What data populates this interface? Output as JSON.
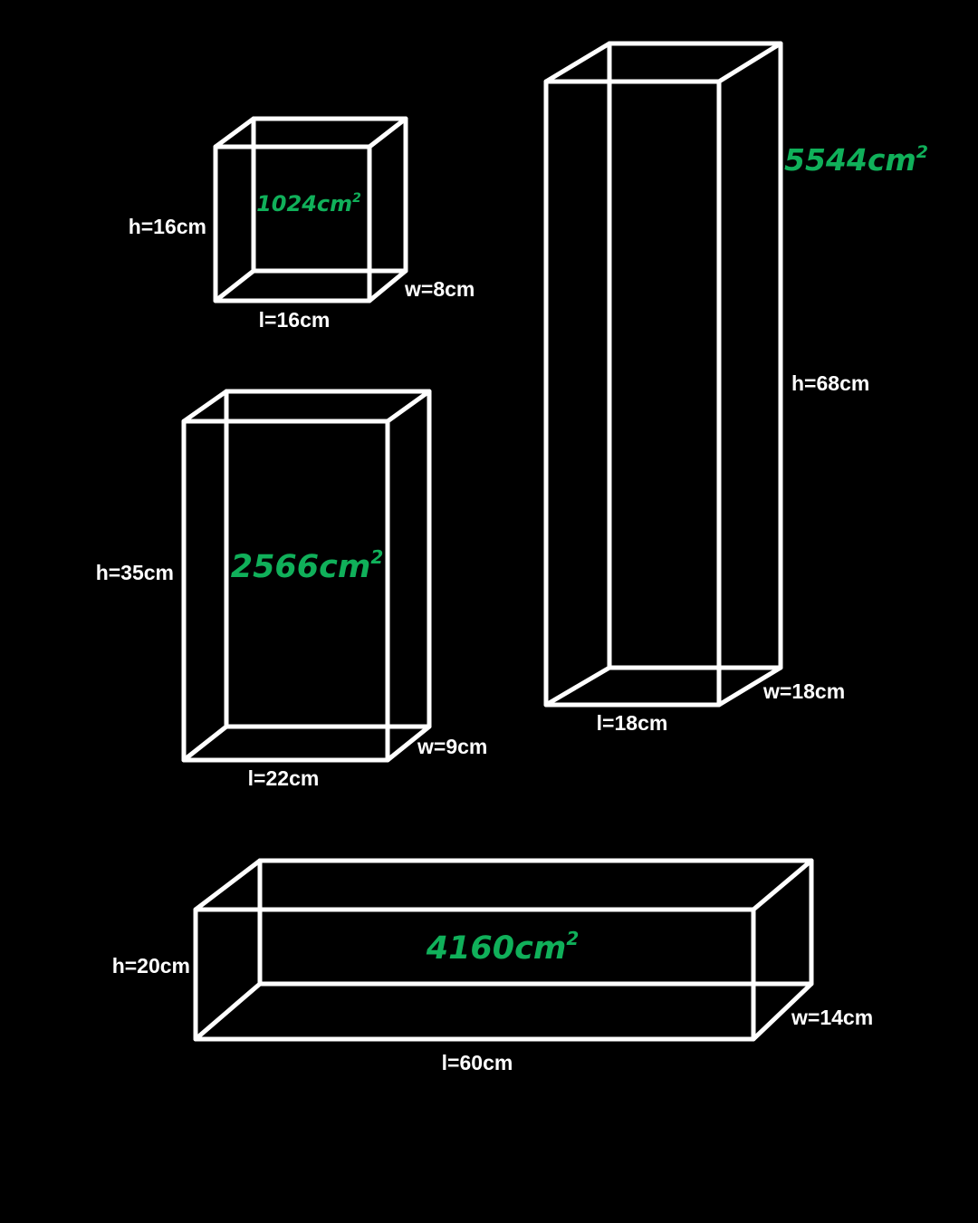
{
  "colors": {
    "background": "#000000",
    "edge": "#ffffff",
    "label": "#ffffff",
    "area": "#10b05a"
  },
  "area_exponent": "2",
  "boxes": [
    {
      "id": "box-small-cube",
      "area_label": "1024cm",
      "height_label": "h=16cm",
      "length_label": "l=16cm",
      "width_label": "w=8cm"
    },
    {
      "id": "box-tall",
      "area_label": "5544cm",
      "height_label": "h=68cm",
      "length_label": "l=18cm",
      "width_label": "w=18cm"
    },
    {
      "id": "box-medium",
      "area_label": "2566cm",
      "height_label": "h=35cm",
      "length_label": "l=22cm",
      "width_label": "w=9cm"
    },
    {
      "id": "box-long",
      "area_label": "4160cm",
      "height_label": "h=20cm",
      "length_label": "l=60cm",
      "width_label": "w=14cm"
    }
  ]
}
